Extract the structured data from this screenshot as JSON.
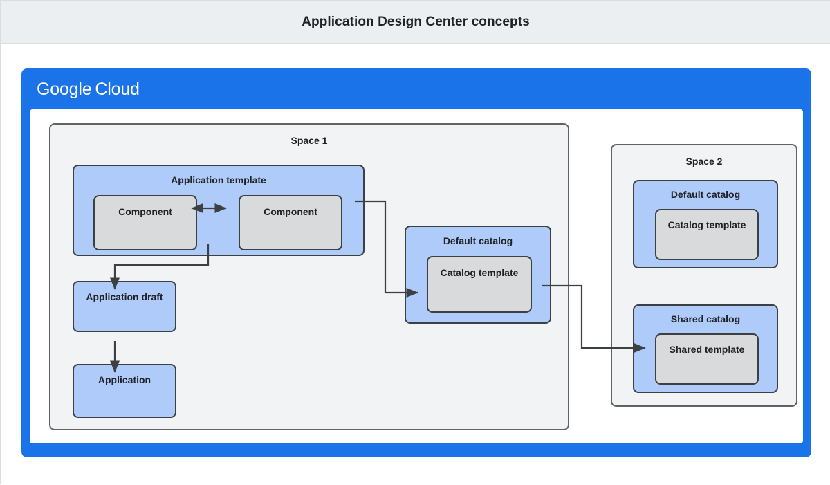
{
  "header": {
    "title": "Application Design Center concepts"
  },
  "cloud_frame": {
    "logo_primary": "Google",
    "logo_secondary": "Cloud"
  },
  "spaces": [
    {
      "id": "space-1",
      "label": "Space 1",
      "groups": [
        {
          "id": "application-template",
          "label": "Application template",
          "children": [
            {
              "id": "component-1",
              "label": "Component"
            },
            {
              "id": "component-2",
              "label": "Component"
            }
          ]
        },
        {
          "id": "application-draft",
          "label": "Application draft",
          "children": []
        },
        {
          "id": "application",
          "label": "Application",
          "children": []
        },
        {
          "id": "default-catalog-1",
          "label": "Default catalog",
          "children": [
            {
              "id": "catalog-template-1",
              "label": "Catalog template"
            }
          ]
        }
      ]
    },
    {
      "id": "space-2",
      "label": "Space 2",
      "groups": [
        {
          "id": "default-catalog-2",
          "label": "Default catalog",
          "children": [
            {
              "id": "catalog-template-2",
              "label": "Catalog template"
            }
          ]
        },
        {
          "id": "shared-catalog",
          "label": "Shared catalog",
          "children": [
            {
              "id": "shared-template",
              "label": "Shared template"
            }
          ]
        }
      ]
    }
  ],
  "connectors": [
    {
      "id": "component-to-component",
      "from": "component-1",
      "to": "component-2",
      "arrows": "both"
    },
    {
      "id": "template-to-draft",
      "from": "application-template",
      "to": "application-draft",
      "arrows": "end"
    },
    {
      "id": "draft-to-application",
      "from": "application-draft",
      "to": "application",
      "arrows": "end"
    },
    {
      "id": "template-to-catalog-template",
      "from": "application-template",
      "to": "catalog-template-1",
      "arrows": "end"
    },
    {
      "id": "default-catalog-to-shared-catalog",
      "from": "default-catalog-1",
      "to": "shared-template",
      "arrows": "end"
    }
  ],
  "colors": {
    "header_background": "#eceff1",
    "cloud_blue": "#1a73e8",
    "group_blue": "#aecbfa",
    "inner_gray": "#d9dadb",
    "space_gray": "#f1f3f4",
    "stroke": "#3c4043",
    "text": "#202124"
  }
}
